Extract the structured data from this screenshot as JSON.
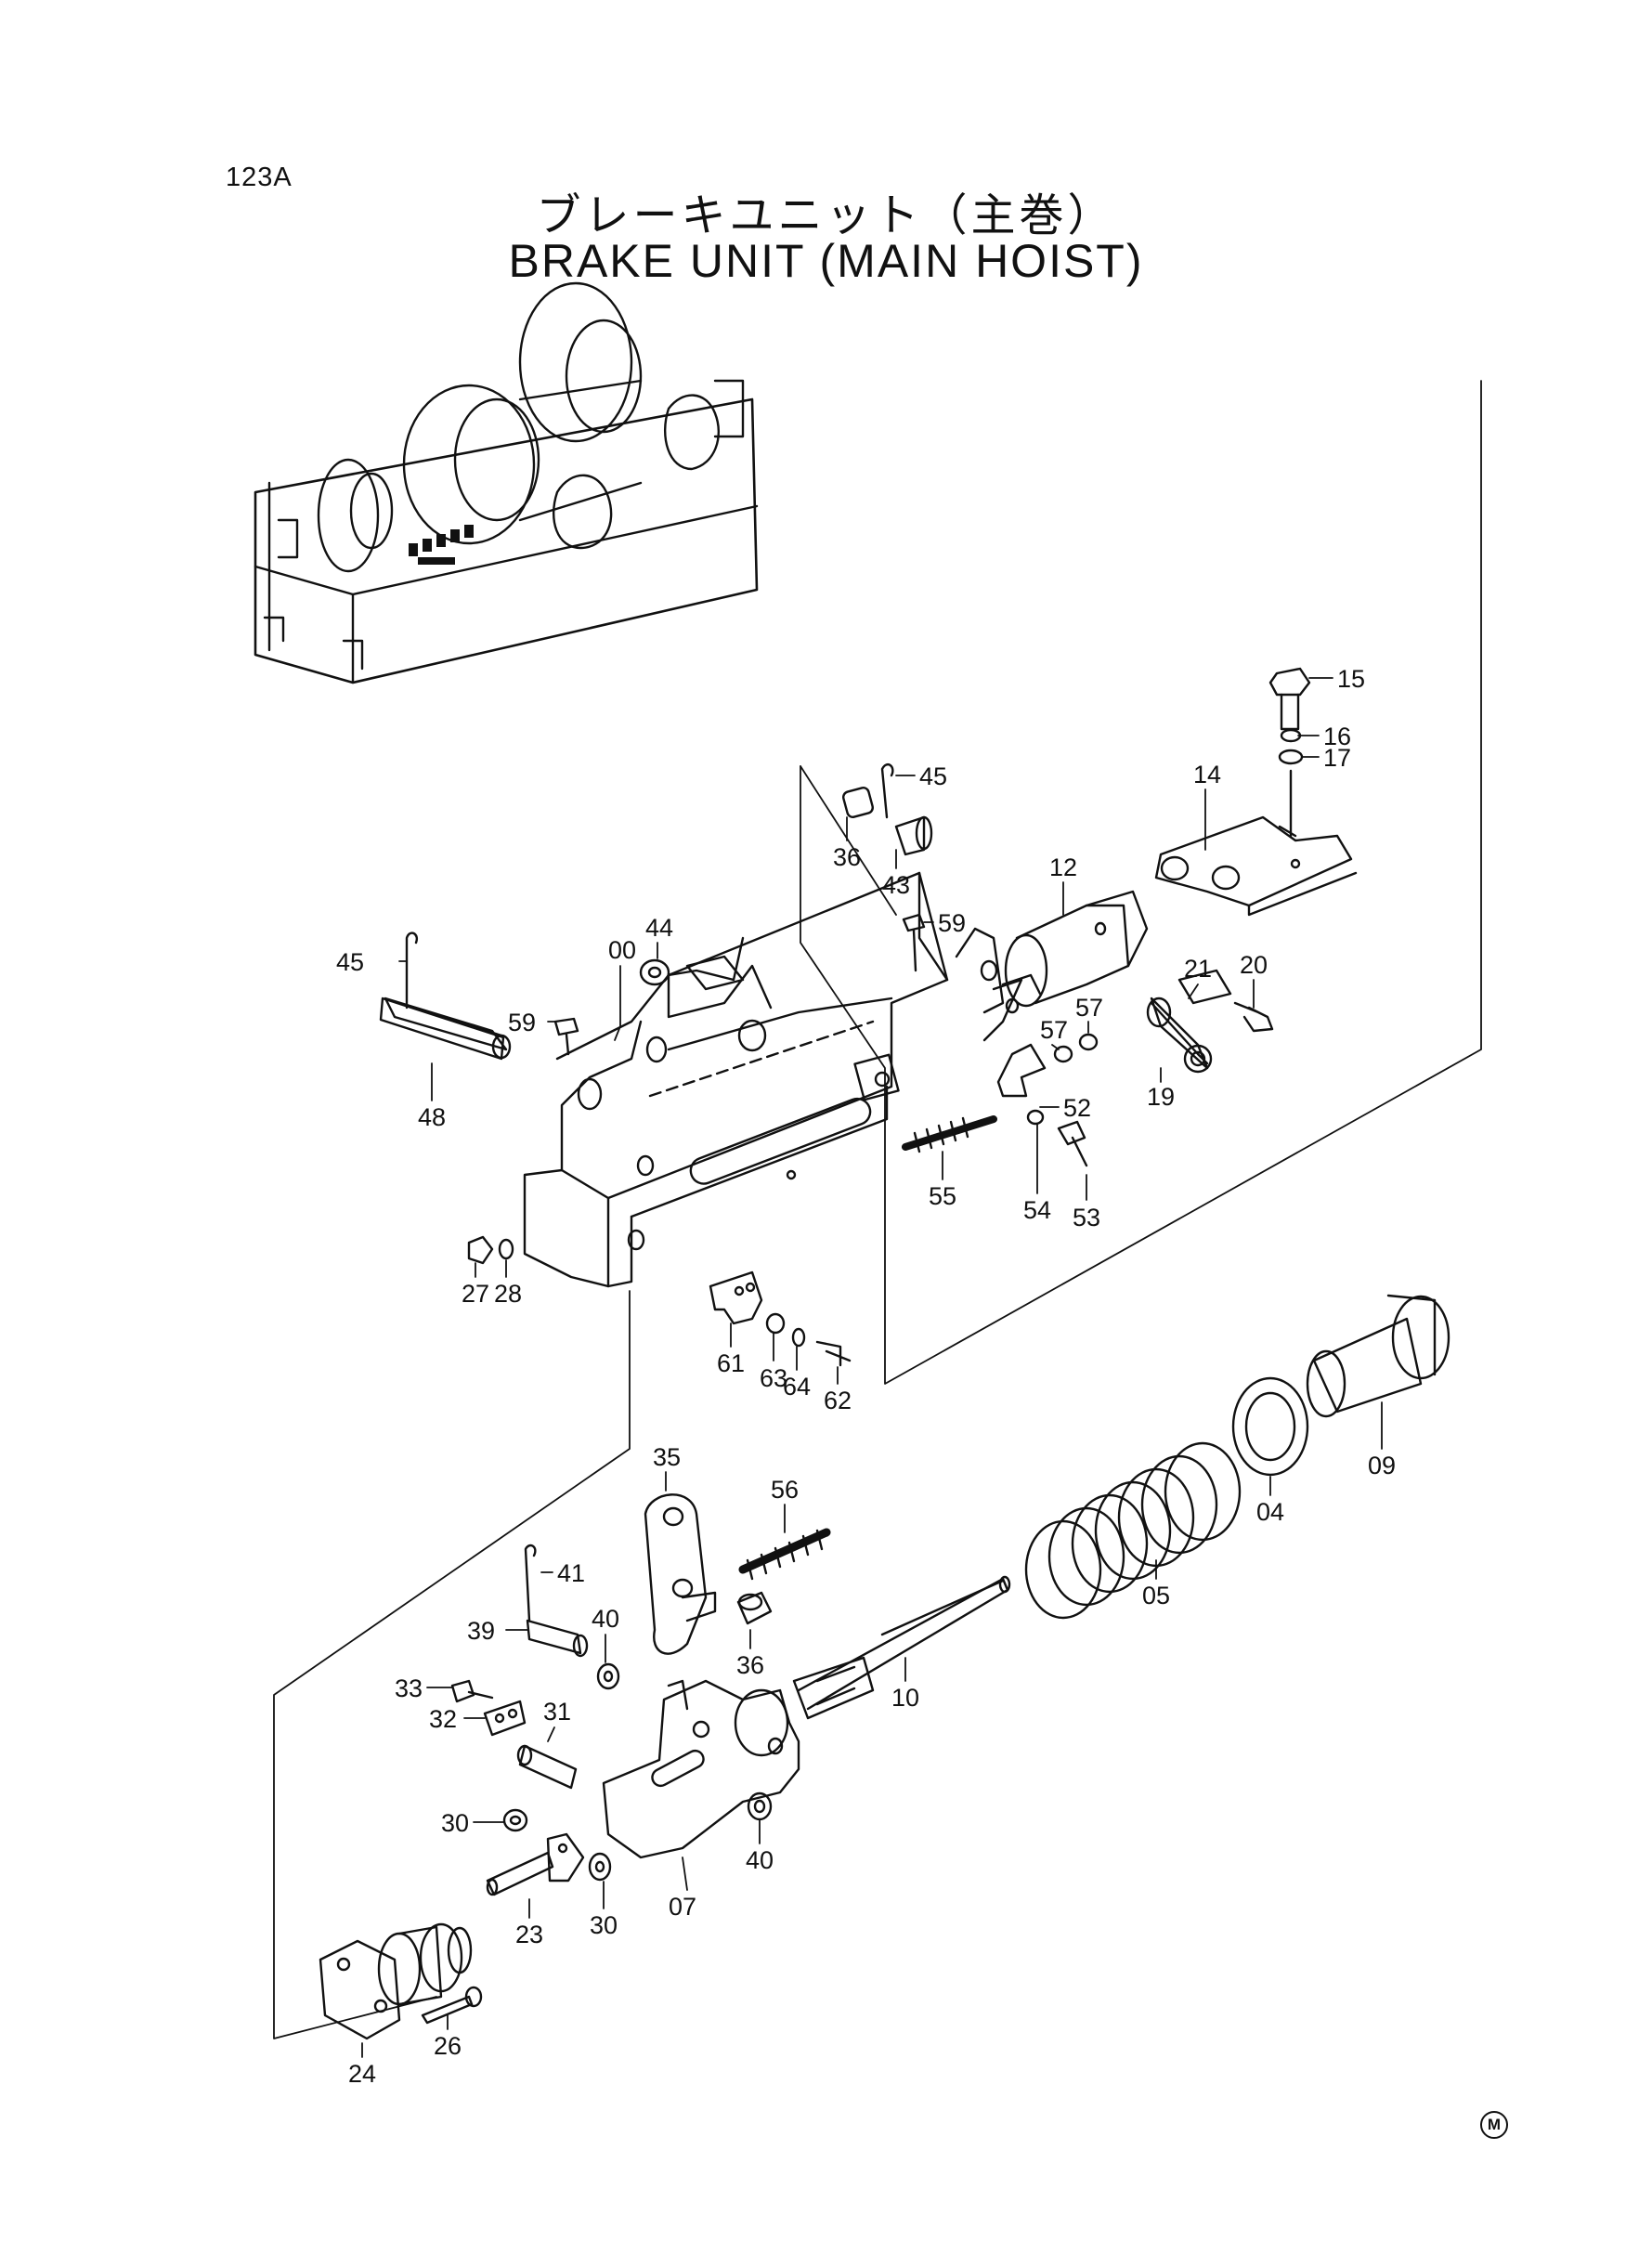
{
  "page_id": "123A",
  "title_jp": "ブレーキユニット（主巻）",
  "title_en": "BRAKE UNIT (MAIN HOIST)",
  "corner_mark": "M",
  "callouts": [
    {
      "id": "c15",
      "label": "15"
    },
    {
      "id": "c16",
      "label": "16"
    },
    {
      "id": "c17",
      "label": "17"
    },
    {
      "id": "c14",
      "label": "14"
    },
    {
      "id": "c45a",
      "label": "45"
    },
    {
      "id": "c36a",
      "label": "36"
    },
    {
      "id": "c43",
      "label": "43"
    },
    {
      "id": "c12",
      "label": "12"
    },
    {
      "id": "c44",
      "label": "44"
    },
    {
      "id": "c00",
      "label": "00"
    },
    {
      "id": "c59a",
      "label": "59"
    },
    {
      "id": "c45b",
      "label": "45"
    },
    {
      "id": "c59b",
      "label": "59"
    },
    {
      "id": "c21",
      "label": "21"
    },
    {
      "id": "c20",
      "label": "20"
    },
    {
      "id": "c57a",
      "label": "57"
    },
    {
      "id": "c57b",
      "label": "57"
    },
    {
      "id": "c19",
      "label": "19"
    },
    {
      "id": "c48",
      "label": "48"
    },
    {
      "id": "c52",
      "label": "52"
    },
    {
      "id": "c55",
      "label": "55"
    },
    {
      "id": "c54",
      "label": "54"
    },
    {
      "id": "c53",
      "label": "53"
    },
    {
      "id": "c27",
      "label": "27"
    },
    {
      "id": "c28",
      "label": "28"
    },
    {
      "id": "c61",
      "label": "61"
    },
    {
      "id": "c63",
      "label": "63"
    },
    {
      "id": "c64",
      "label": "64"
    },
    {
      "id": "c62",
      "label": "62"
    },
    {
      "id": "c09",
      "label": "09"
    },
    {
      "id": "c04",
      "label": "04"
    },
    {
      "id": "c35",
      "label": "35"
    },
    {
      "id": "c56",
      "label": "56"
    },
    {
      "id": "c05",
      "label": "05"
    },
    {
      "id": "c41",
      "label": "41"
    },
    {
      "id": "c40a",
      "label": "40"
    },
    {
      "id": "c39",
      "label": "39"
    },
    {
      "id": "c36b",
      "label": "36"
    },
    {
      "id": "c33",
      "label": "33"
    },
    {
      "id": "c31",
      "label": "31"
    },
    {
      "id": "c10",
      "label": "10"
    },
    {
      "id": "c32",
      "label": "32"
    },
    {
      "id": "c30a",
      "label": "30"
    },
    {
      "id": "c07",
      "label": "07"
    },
    {
      "id": "c40b",
      "label": "40"
    },
    {
      "id": "c23",
      "label": "23"
    },
    {
      "id": "c30b",
      "label": "30"
    },
    {
      "id": "c24",
      "label": "24"
    },
    {
      "id": "c26",
      "label": "26"
    }
  ]
}
